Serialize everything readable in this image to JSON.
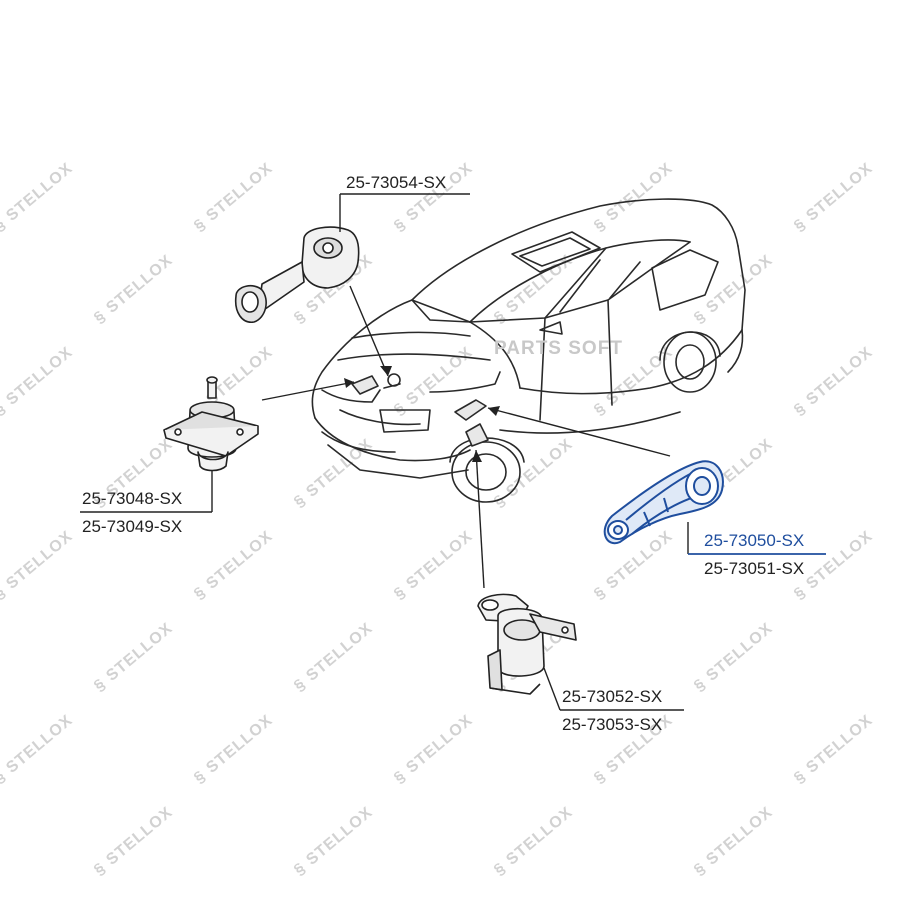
{
  "watermark": {
    "text": "STELLOX",
    "color": "#d2d2d2"
  },
  "brand_overlay": {
    "text": "PARTS SOFT",
    "color": "#c8c8c8"
  },
  "colors": {
    "line": "#222222",
    "highlight": "#1f4e9e",
    "highlight_fill": "#dfe9f7"
  },
  "parts": [
    {
      "label": "25-73054-SX"
    },
    {
      "label": "25-73048-SX"
    },
    {
      "label": "25-73049-SX"
    },
    {
      "label": "25-73050-SX",
      "highlighted": true
    },
    {
      "label": "25-73051-SX"
    },
    {
      "label": "25-73052-SX"
    },
    {
      "label": "25-73053-SX"
    }
  ]
}
